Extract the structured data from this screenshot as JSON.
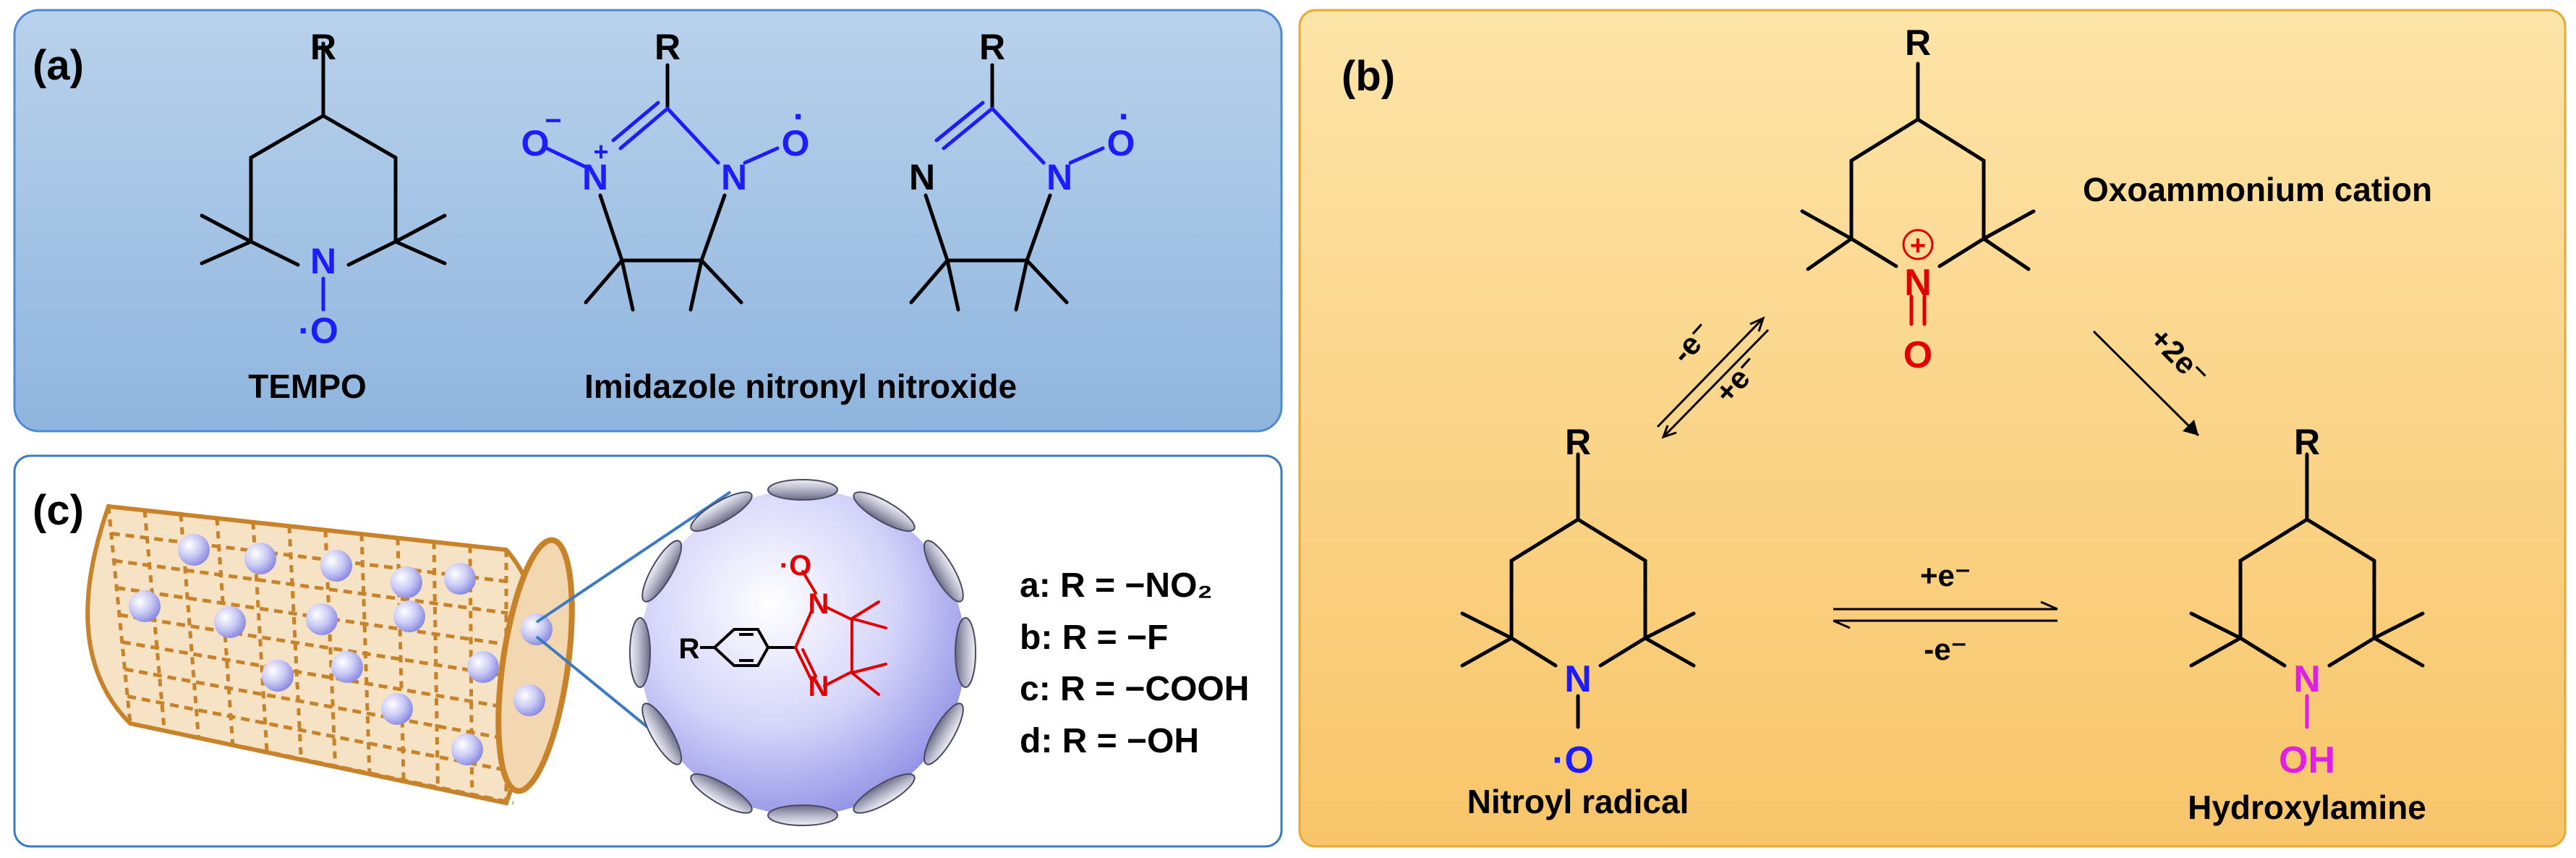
{
  "panels": {
    "a": {
      "label": "(a)",
      "tempo": {
        "r": "R",
        "n": "N",
        "o": "·O",
        "caption": "TEMPO"
      },
      "imidazole": {
        "caption": "Imidazole nitronyl nitroxide",
        "nn": {
          "r": "R",
          "o_minus": "O",
          "minus": "−",
          "n_plus": "N",
          "plus": "+",
          "n": "N",
          "o_radical": "O",
          "dot": "·"
        },
        "in": {
          "r": "R",
          "n_left": "N",
          "n": "N",
          "o_radical": "O",
          "dot": "·"
        }
      }
    },
    "b": {
      "label": "(b)",
      "oxoammonium": {
        "r": "R",
        "charge": "+",
        "n": "N",
        "o": "O",
        "caption": "Oxoammonium cation"
      },
      "nitroxyl": {
        "r": "R",
        "n": "N",
        "o": "·O",
        "caption": "Nitroyl radical"
      },
      "hydroxylamine": {
        "r": "R",
        "n": "N",
        "oh": "OH",
        "caption": "Hydroxylamine"
      },
      "arrows": {
        "left_forward": "-e⁻",
        "left_back": "+e⁻",
        "right": "+2e⁻",
        "bottom_top": "+e⁻",
        "bottom_bottom": "-e⁻"
      }
    },
    "c": {
      "label": "(c)",
      "molecule": {
        "r": "R",
        "o": "·O",
        "n_top": "N",
        "n_bottom": "N"
      },
      "substituents": [
        "a: R = −NO₂",
        "b: R = −F",
        "c: R = −COOH",
        "d: R = −OH"
      ]
    }
  },
  "colors": {
    "panel_a_bg": "#aec9e6",
    "panel_b_bg": "#fbd894",
    "panel_c_bg": "#ffffff",
    "nitrogen_blue": "#1c1cff",
    "oxo_red": "#e00000",
    "hydroxyl_magenta": "#e020e0",
    "nanotube": "#c8832a"
  }
}
